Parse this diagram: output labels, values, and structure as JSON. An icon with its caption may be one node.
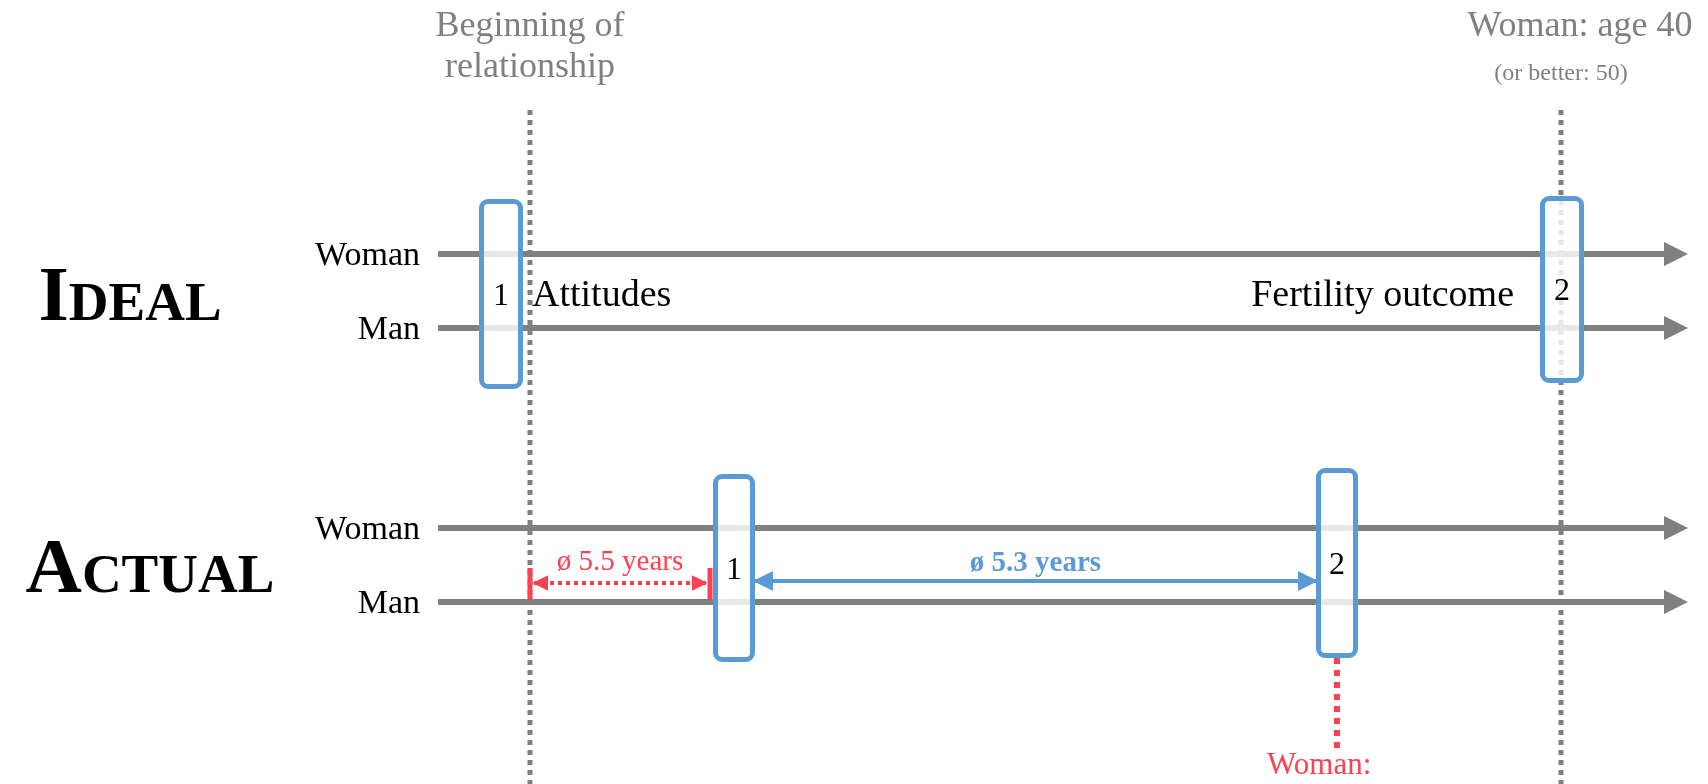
{
  "diagram": {
    "nodes": [
      {
        "text": [
          "1"
        ]
      },
      {
        "text": [
          "2"
        ]
      },
      {
        "text": [
          "1"
        ]
      },
      {
        "text": [
          "2"
        ]
      },
      {
        "text": [
          "Woman:"
        ]
      }
    ],
    "edges": [
      {
        "from": 2,
        "to": 3,
        "arrow": "both",
        "label": "ø 5.3 years",
        "color": "#5b9bd5"
      },
      {
        "from": 4,
        "to": 3,
        "arrow": "none",
        "style": "dashed",
        "color": "#ff4050"
      }
    ],
    "labels": [
      "Beginning of relationship",
      "Woman: age 40",
      "(or better: 50)",
      "Ideal",
      "Woman",
      "Man",
      "Attitudes",
      "Fertility outcome",
      "Actual",
      "Woman",
      "Man",
      "ø 5.5 years"
    ]
  }
}
